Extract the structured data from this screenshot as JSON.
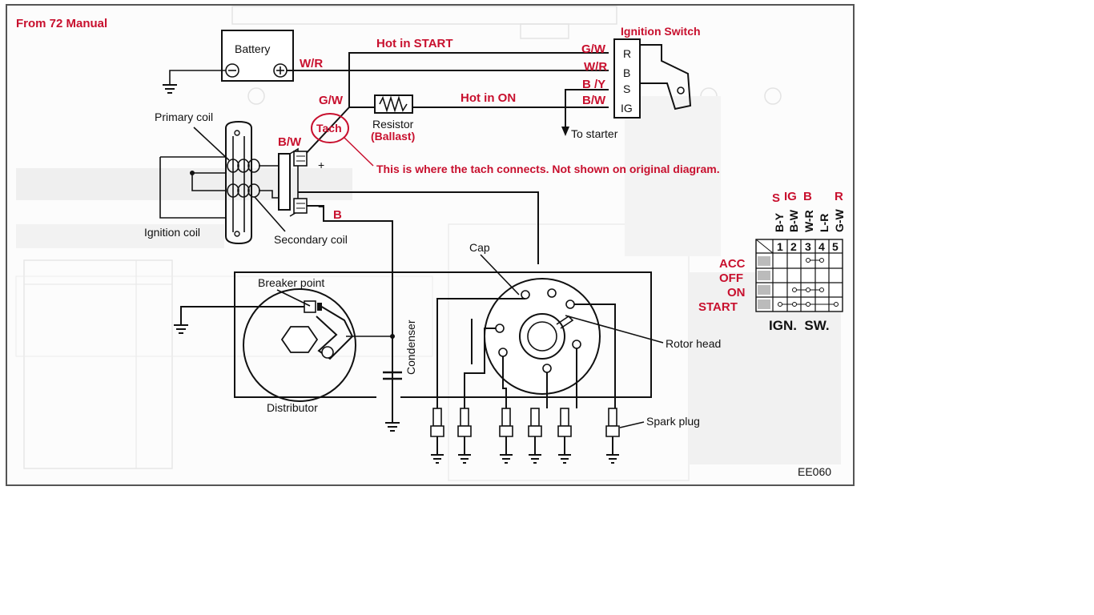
{
  "header_note": "From 72 Manual",
  "labels": {
    "battery": "Battery",
    "ignition_switch": "Ignition Switch",
    "primary_coil": "Primary coil",
    "resistor": "Resistor",
    "ignition_coil": "Ignition coil",
    "secondary_coil": "Secondary coil",
    "to_starter": "To starter",
    "cap": "Cap",
    "breaker_point": "Breaker point",
    "rotor_head": "Rotor head",
    "condenser": "Condenser",
    "distributor": "Distributor",
    "spark_plug": "Spark plug",
    "figure_code": "EE060",
    "plus_sign": "+",
    "minus_sign": "−"
  },
  "annotations": {
    "wr_battery": "W/R",
    "hot_in_start": "Hot in START",
    "gw_left": "G/W",
    "hot_in_on": "Hot in ON",
    "tach": "Tach",
    "ballast": "(Ballast)",
    "bw_coil": "B/W",
    "b_coil": "B",
    "tach_note": "This is where the tach connects. Not shown on original diagram."
  },
  "switch": {
    "terminals": [
      "R",
      "B",
      "S",
      "IG"
    ],
    "wire_colors": [
      "G/W",
      "W/R",
      "B /Y",
      "B/W"
    ]
  },
  "switch_table": {
    "top_labels": [
      "S",
      "IG",
      "B",
      "R"
    ],
    "wire_codes": [
      "B-Y",
      "B-W",
      "W-R",
      "L-R",
      "G-W"
    ],
    "column_numbers": [
      "1",
      "2",
      "3",
      "4",
      "5"
    ],
    "positions": [
      "ACC",
      "OFF",
      "ON",
      "START"
    ],
    "footer": "IGN.  SW."
  },
  "colors": {
    "annotation_red": "#c8102e",
    "ink": "#111111"
  }
}
